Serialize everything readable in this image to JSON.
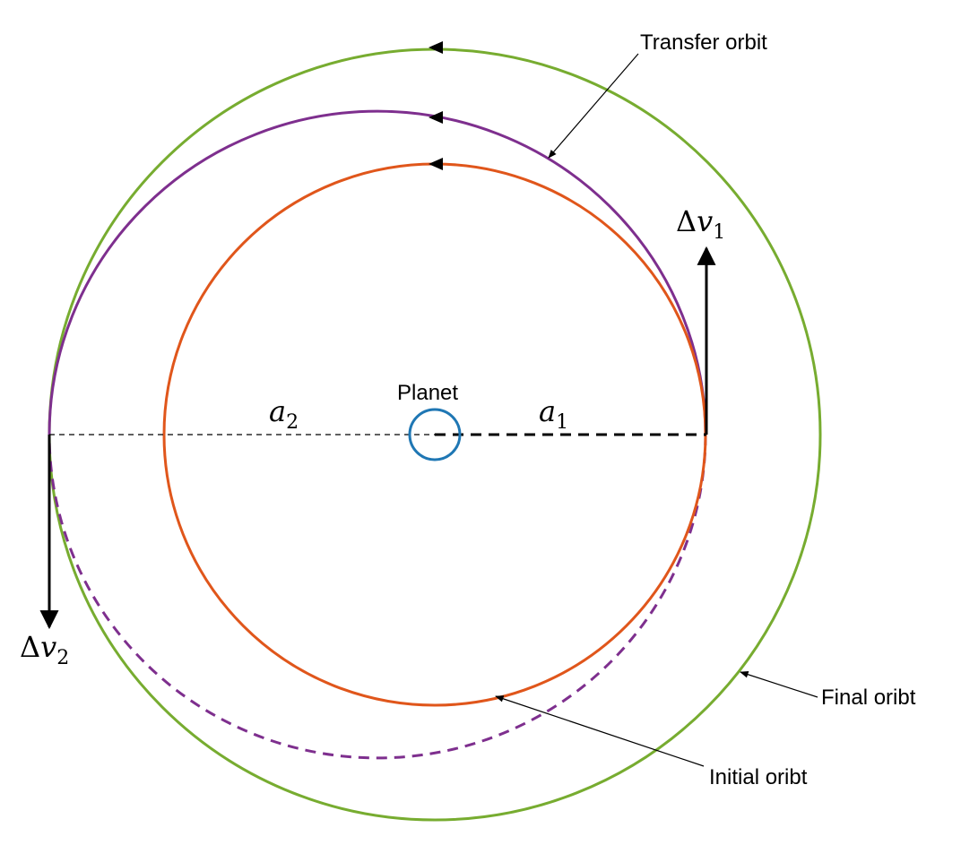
{
  "labels": {
    "planet": "Planet",
    "transfer_orbit": "Transfer orbit",
    "final_orbit": "Final oribt",
    "initial_orbit": "Initial oribt",
    "a2": {
      "symbol": "a",
      "subscript": "2"
    },
    "a1": {
      "symbol": "a",
      "subscript": "1"
    },
    "dv1": {
      "delta": "Δ",
      "symbol": "v",
      "subscript": "1"
    },
    "dv2": {
      "delta": "Δ",
      "symbol": "v",
      "subscript": "2"
    }
  },
  "colors": {
    "planet": "#1f77b4",
    "initial_orbit": "#e0561b",
    "transfer_orbit": "#7e2f8e",
    "final_orbit": "#77ac30",
    "lines": "#000000"
  }
}
